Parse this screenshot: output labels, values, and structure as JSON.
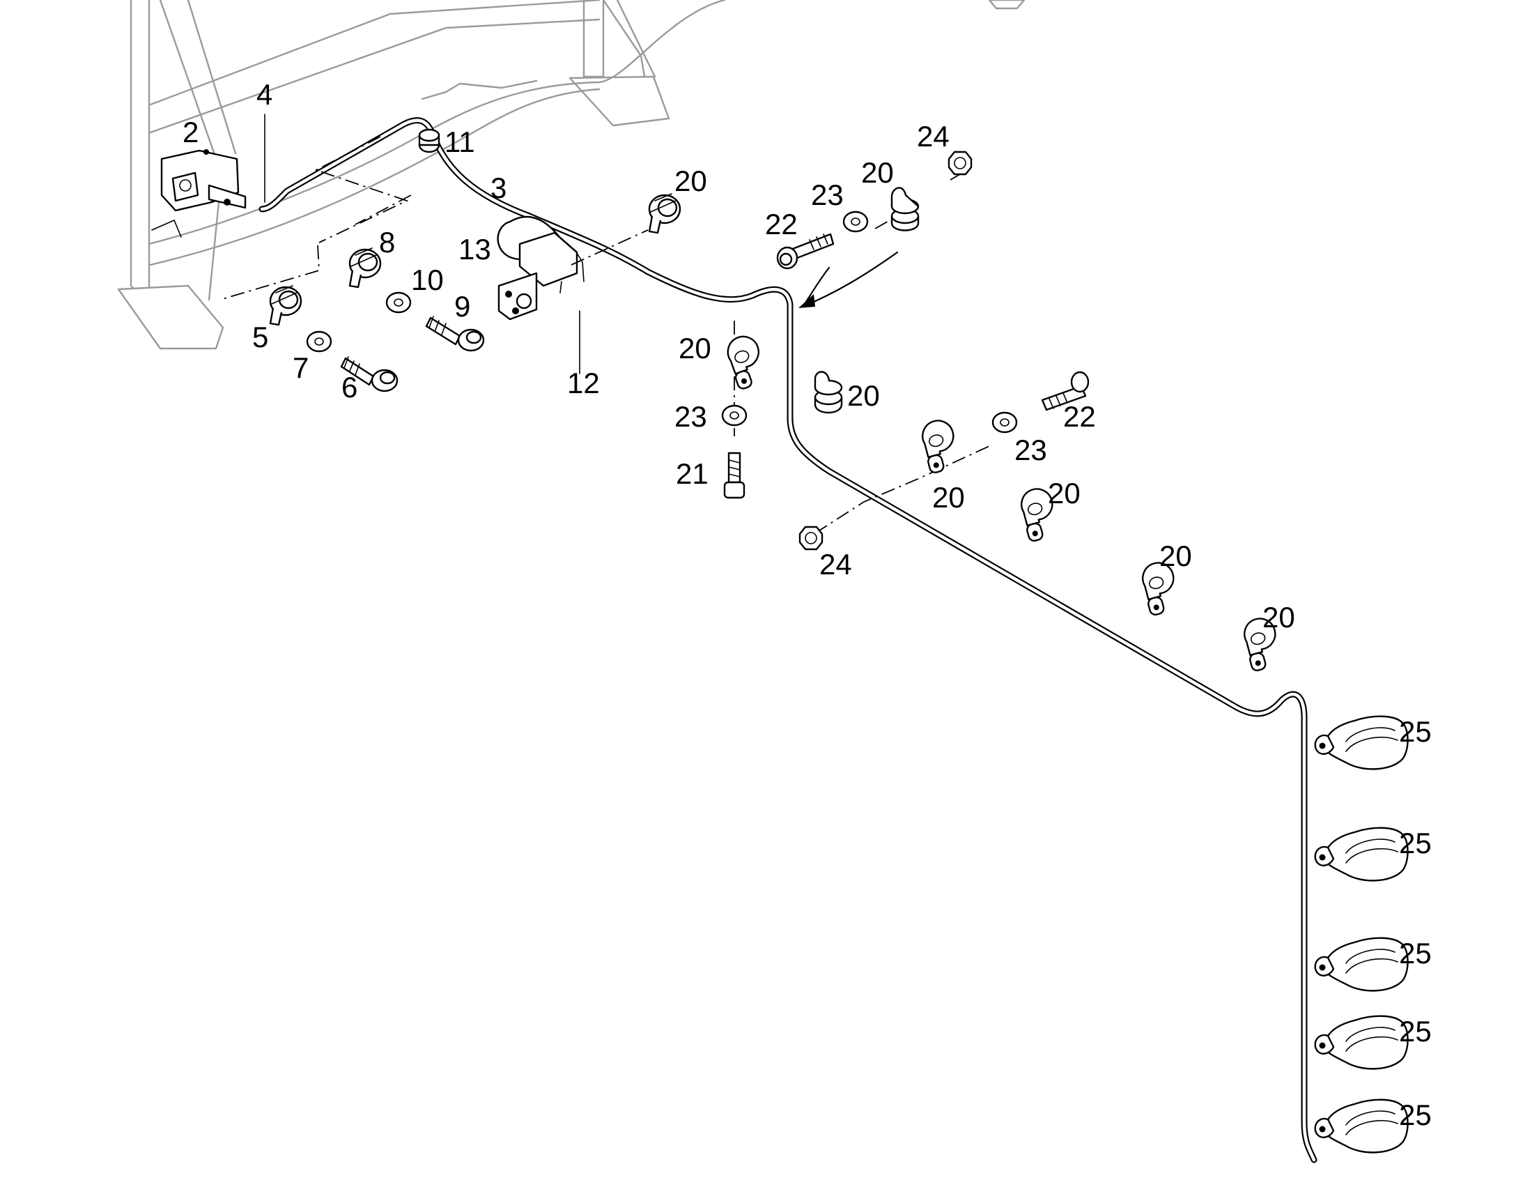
{
  "callouts": [
    {
      "id": "c1",
      "text": "2"
    },
    {
      "id": "c2",
      "text": "4"
    },
    {
      "id": "c3",
      "text": "11"
    },
    {
      "id": "c4",
      "text": "3"
    },
    {
      "id": "c5",
      "text": "8"
    },
    {
      "id": "c6",
      "text": "13"
    },
    {
      "id": "c7",
      "text": "10"
    },
    {
      "id": "c8",
      "text": "9"
    },
    {
      "id": "c9",
      "text": "5"
    },
    {
      "id": "c10",
      "text": "7"
    },
    {
      "id": "c11",
      "text": "6"
    },
    {
      "id": "c12",
      "text": "12"
    },
    {
      "id": "c13",
      "text": "20"
    },
    {
      "id": "c14",
      "text": "24"
    },
    {
      "id": "c15",
      "text": "20"
    },
    {
      "id": "c16",
      "text": "23"
    },
    {
      "id": "c17",
      "text": "22"
    },
    {
      "id": "c18",
      "text": "20"
    },
    {
      "id": "c19",
      "text": "23"
    },
    {
      "id": "c20",
      "text": "21"
    },
    {
      "id": "c21",
      "text": "20"
    },
    {
      "id": "c22",
      "text": "22"
    },
    {
      "id": "c23",
      "text": "23"
    },
    {
      "id": "c24",
      "text": "20"
    },
    {
      "id": "c25",
      "text": "20"
    },
    {
      "id": "c26",
      "text": "24"
    },
    {
      "id": "c27",
      "text": "20"
    },
    {
      "id": "c28",
      "text": "20"
    },
    {
      "id": "c29",
      "text": "25"
    },
    {
      "id": "c30",
      "text": "25"
    },
    {
      "id": "c31",
      "text": "25"
    },
    {
      "id": "c32",
      "text": "25"
    },
    {
      "id": "c33",
      "text": "25"
    }
  ]
}
